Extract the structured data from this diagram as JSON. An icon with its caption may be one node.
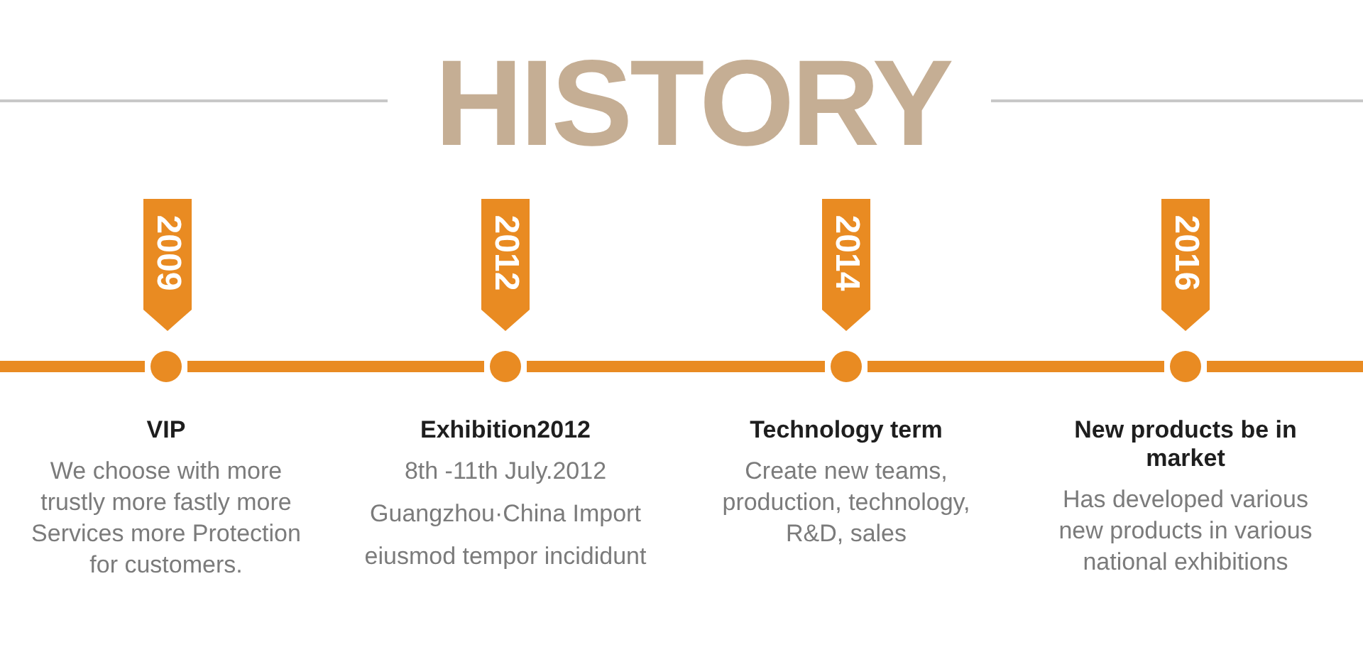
{
  "diagram": {
    "title": "HISTORY",
    "nodes": [
      {
        "text": [
          "2009"
        ]
      },
      {
        "text": [],
        "shape": "circle",
        "beside": [
          "VIP",
          "We choose with more trustly more fastly more Services more Protection for customers."
        ]
      },
      {
        "text": [
          "2012"
        ]
      },
      {
        "text": [],
        "shape": "circle",
        "beside": [
          "Exhibition2012",
          "8th -11th July.2012",
          "Guangzhou·China Import",
          "eiusmod tempor incididunt"
        ]
      },
      {
        "text": [
          "2014"
        ]
      },
      {
        "text": [],
        "shape": "circle",
        "beside": [
          "Technology term",
          "Create new teams, production, technology, R&D, sales"
        ]
      },
      {
        "text": [
          "2016"
        ]
      },
      {
        "text": [],
        "shape": "circle",
        "beside": [
          "New products be in market",
          "Has developed various new products in various national exhibitions"
        ]
      }
    ],
    "edges": [
      {
        "from": null,
        "to": 1,
        "arrow": "none"
      },
      {
        "from": 1,
        "to": 3,
        "arrow": "none"
      },
      {
        "from": 3,
        "to": 5,
        "arrow": "none"
      },
      {
        "from": 5,
        "to": 7,
        "arrow": "none"
      },
      {
        "from": 7,
        "to": null,
        "arrow": "none"
      }
    ]
  }
}
